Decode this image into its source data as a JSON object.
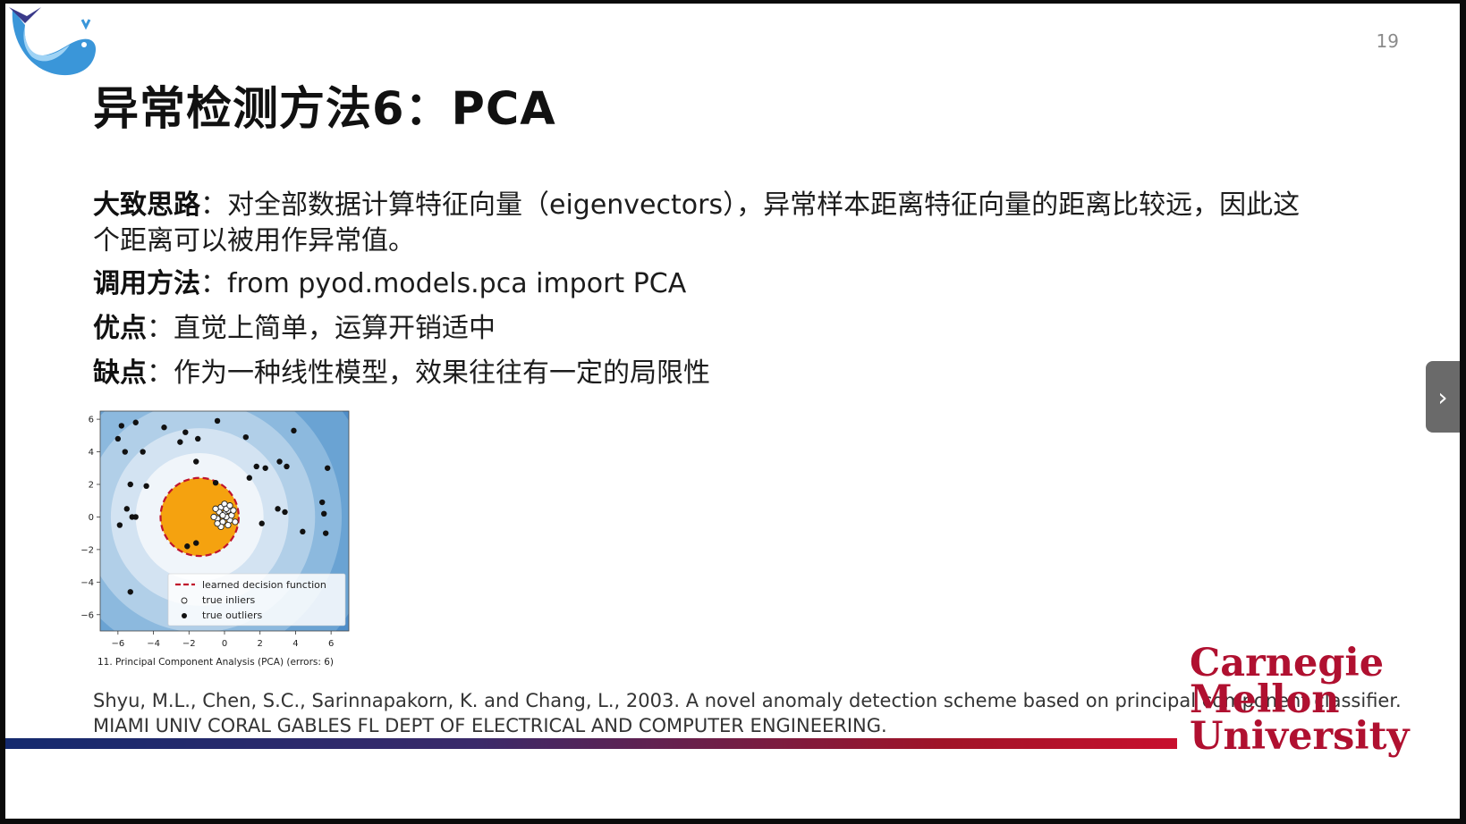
{
  "slide": {
    "page_number": "19",
    "title": "异常检测方法6：PCA",
    "rows": [
      {
        "label": "大致思路",
        "sep": "：",
        "text": "对全部数据计算特征向量（eigenvectors），异常样本距离特征向量的距离比较远，因此这",
        "cont": "个距离可以被用作异常值。"
      },
      {
        "label": "调用方法",
        "sep": "：",
        "text": "from pyod.models.pca import PCA"
      },
      {
        "label": "优点",
        "sep": "：",
        "text": "直觉上简单，运算开销适中"
      },
      {
        "label": "缺点",
        "sep": "：",
        "text": "作为一种线性模型，效果往往有一定的局限性"
      }
    ],
    "citation_line1": "Shyu, M.L., Chen, S.C., Sarinnapakorn, K. and Chang, L., 2003. A novel anomaly detection scheme based on principal component classifier.",
    "citation_line2": "MIAMI UNIV CORAL GABLES FL DEPT OF ELECTRICAL AND COMPUTER ENGINEERING.",
    "university_logo": [
      "Carnegie",
      "Mellon",
      "University"
    ],
    "icons": {
      "logo": "whale-logo-icon",
      "next": "chevron-right-icon"
    }
  },
  "chart_data": {
    "type": "scatter",
    "caption": "11. Principal Component Analysis (PCA) (errors: 6)",
    "xlim": [
      -7,
      7
    ],
    "ylim": [
      -7,
      6.5
    ],
    "xticks": [
      -6,
      -4,
      -2,
      0,
      2,
      4,
      6
    ],
    "yticks": [
      6,
      4,
      2,
      0,
      -2,
      -4,
      -6
    ],
    "xtick_labels": [
      "−6",
      "−4",
      "−2",
      "0",
      "2",
      "4",
      "6"
    ],
    "ytick_labels": [
      "6",
      "4",
      "2",
      "0",
      "−2",
      "−4",
      "−6"
    ],
    "legend": [
      "learned decision function",
      "true inliers",
      "true outliers"
    ],
    "legend_position": "lower-right",
    "decision_center": [
      -1.4,
      0
    ],
    "decision_radius": 2.2,
    "colors": {
      "region": "#f5a20f",
      "boundary": "#c0142c",
      "outlier": "#111111",
      "bg_outer": "#3e7fc0",
      "bg_inner": "#f0f5fa"
    },
    "inliers": [
      [
        -0.2,
        0.6
      ],
      [
        0.0,
        0.2
      ],
      [
        -0.4,
        -0.1
      ],
      [
        0.2,
        0.4
      ],
      [
        -0.1,
        -0.3
      ],
      [
        0.3,
        -0.2
      ],
      [
        -0.3,
        0.3
      ],
      [
        0.1,
        0.0
      ],
      [
        0.4,
        0.1
      ],
      [
        -0.5,
        0.5
      ],
      [
        0.0,
        0.8
      ],
      [
        0.2,
        -0.5
      ],
      [
        -0.2,
        -0.6
      ],
      [
        0.5,
        0.4
      ],
      [
        -0.6,
        0.0
      ],
      [
        0.1,
        0.5
      ],
      [
        0.6,
        -0.3
      ],
      [
        -0.4,
        -0.4
      ],
      [
        0.3,
        0.7
      ],
      [
        -0.1,
        0.1
      ]
    ],
    "outliers": [
      [
        -5.8,
        5.6
      ],
      [
        -5.0,
        5.8
      ],
      [
        -6.0,
        4.8
      ],
      [
        -3.4,
        5.5
      ],
      [
        -2.2,
        5.2
      ],
      [
        -0.4,
        5.9
      ],
      [
        -2.5,
        4.6
      ],
      [
        -1.5,
        4.8
      ],
      [
        1.2,
        4.9
      ],
      [
        3.9,
        5.3
      ],
      [
        -5.6,
        4.0
      ],
      [
        -4.6,
        4.0
      ],
      [
        -1.6,
        3.4
      ],
      [
        1.8,
        3.1
      ],
      [
        3.1,
        3.4
      ],
      [
        3.5,
        3.1
      ],
      [
        5.8,
        3.0
      ],
      [
        -5.3,
        2.0
      ],
      [
        -4.4,
        1.9
      ],
      [
        1.4,
        2.4
      ],
      [
        2.3,
        3.0
      ],
      [
        -0.5,
        2.1
      ],
      [
        -5.5,
        0.5
      ],
      [
        -5.2,
        0.0
      ],
      [
        -5.0,
        0.0
      ],
      [
        -5.9,
        -0.5
      ],
      [
        3.0,
        0.5
      ],
      [
        3.4,
        0.3
      ],
      [
        5.5,
        0.9
      ],
      [
        5.6,
        0.2
      ],
      [
        2.1,
        -0.4
      ],
      [
        4.4,
        -0.9
      ],
      [
        5.7,
        -1.0
      ],
      [
        -1.6,
        -1.6
      ],
      [
        -5.3,
        -4.6
      ],
      [
        -2.1,
        -1.8
      ]
    ]
  }
}
